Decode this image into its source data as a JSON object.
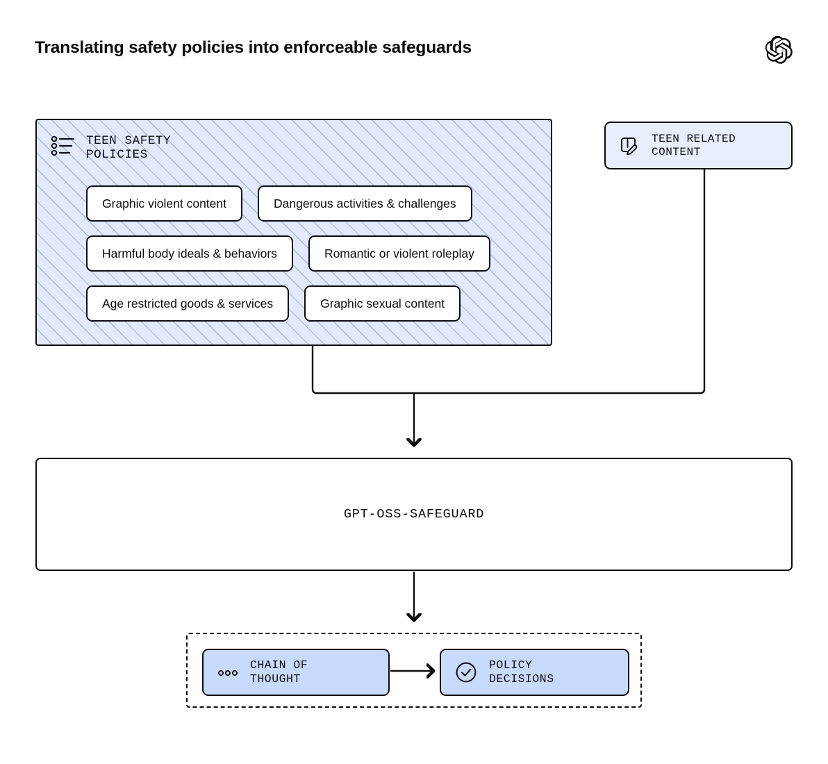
{
  "page": {
    "title": "Translating safety policies into enforceable safeguards",
    "brand_logo": "openai-logo"
  },
  "colors": {
    "ink": "#0d0d0d",
    "panel_fill": "#e3eaff",
    "panel_hatch": "#7a8cc8",
    "chip_fill": "#ffffff",
    "accent_fill": "#c9daff",
    "teen_box_fill": "#e8eefc",
    "page_background": "#ffffff"
  },
  "policy_panel": {
    "icon": "bulleted-list-icon",
    "heading": "TEEN SAFETY\nPOLICIES",
    "items": [
      "Graphic violent content",
      "Dangerous activities & challenges",
      "Harmful body ideals & behaviors",
      "Romantic or violent roleplay",
      "Age restricted goods & services",
      "Graphic sexual content"
    ]
  },
  "teen_content": {
    "icon": "note-pencil-icon",
    "label": "TEEN RELATED\nCONTENT"
  },
  "safeguard": {
    "label": "GPT-OSS-SAFEGUARD"
  },
  "outputs": {
    "chain_of_thought": {
      "icon": "three-dots-icon",
      "label": "CHAIN OF\nTHOUGHT"
    },
    "policy_decisions": {
      "icon": "check-circle-icon",
      "label": "POLICY\nDECISIONS"
    }
  }
}
